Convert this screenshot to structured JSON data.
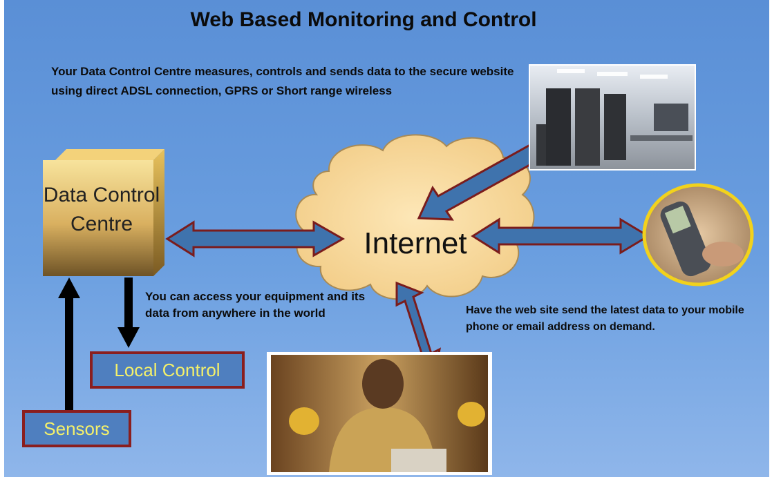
{
  "title": "Web Based Monitoring and Control",
  "intro": "Your Data Control Centre measures, controls and sends data  to the secure website using direct ADSL connection, GPRS or Short range wireless",
  "nodes": {
    "data_control_centre": "Data Control Centre",
    "internet": "Internet",
    "local_control": "Local Control",
    "sensors": "Sensors"
  },
  "notes": {
    "access": "You can access your equipment and its data from anywhere in the world",
    "mobile": "Have the web site send the latest data to your mobile phone or email address on demand."
  },
  "images": {
    "server_room": "server-room-photo",
    "mobile_phone": "mobile-phone-photo",
    "user": "person-at-desk-photo"
  },
  "colors": {
    "background": "#6b9fe0",
    "arrow_fill": "#3f73ad",
    "arrow_stroke": "#7a1c1c",
    "label_text": "#f4f06a",
    "cloud": "#f6d9a0"
  }
}
